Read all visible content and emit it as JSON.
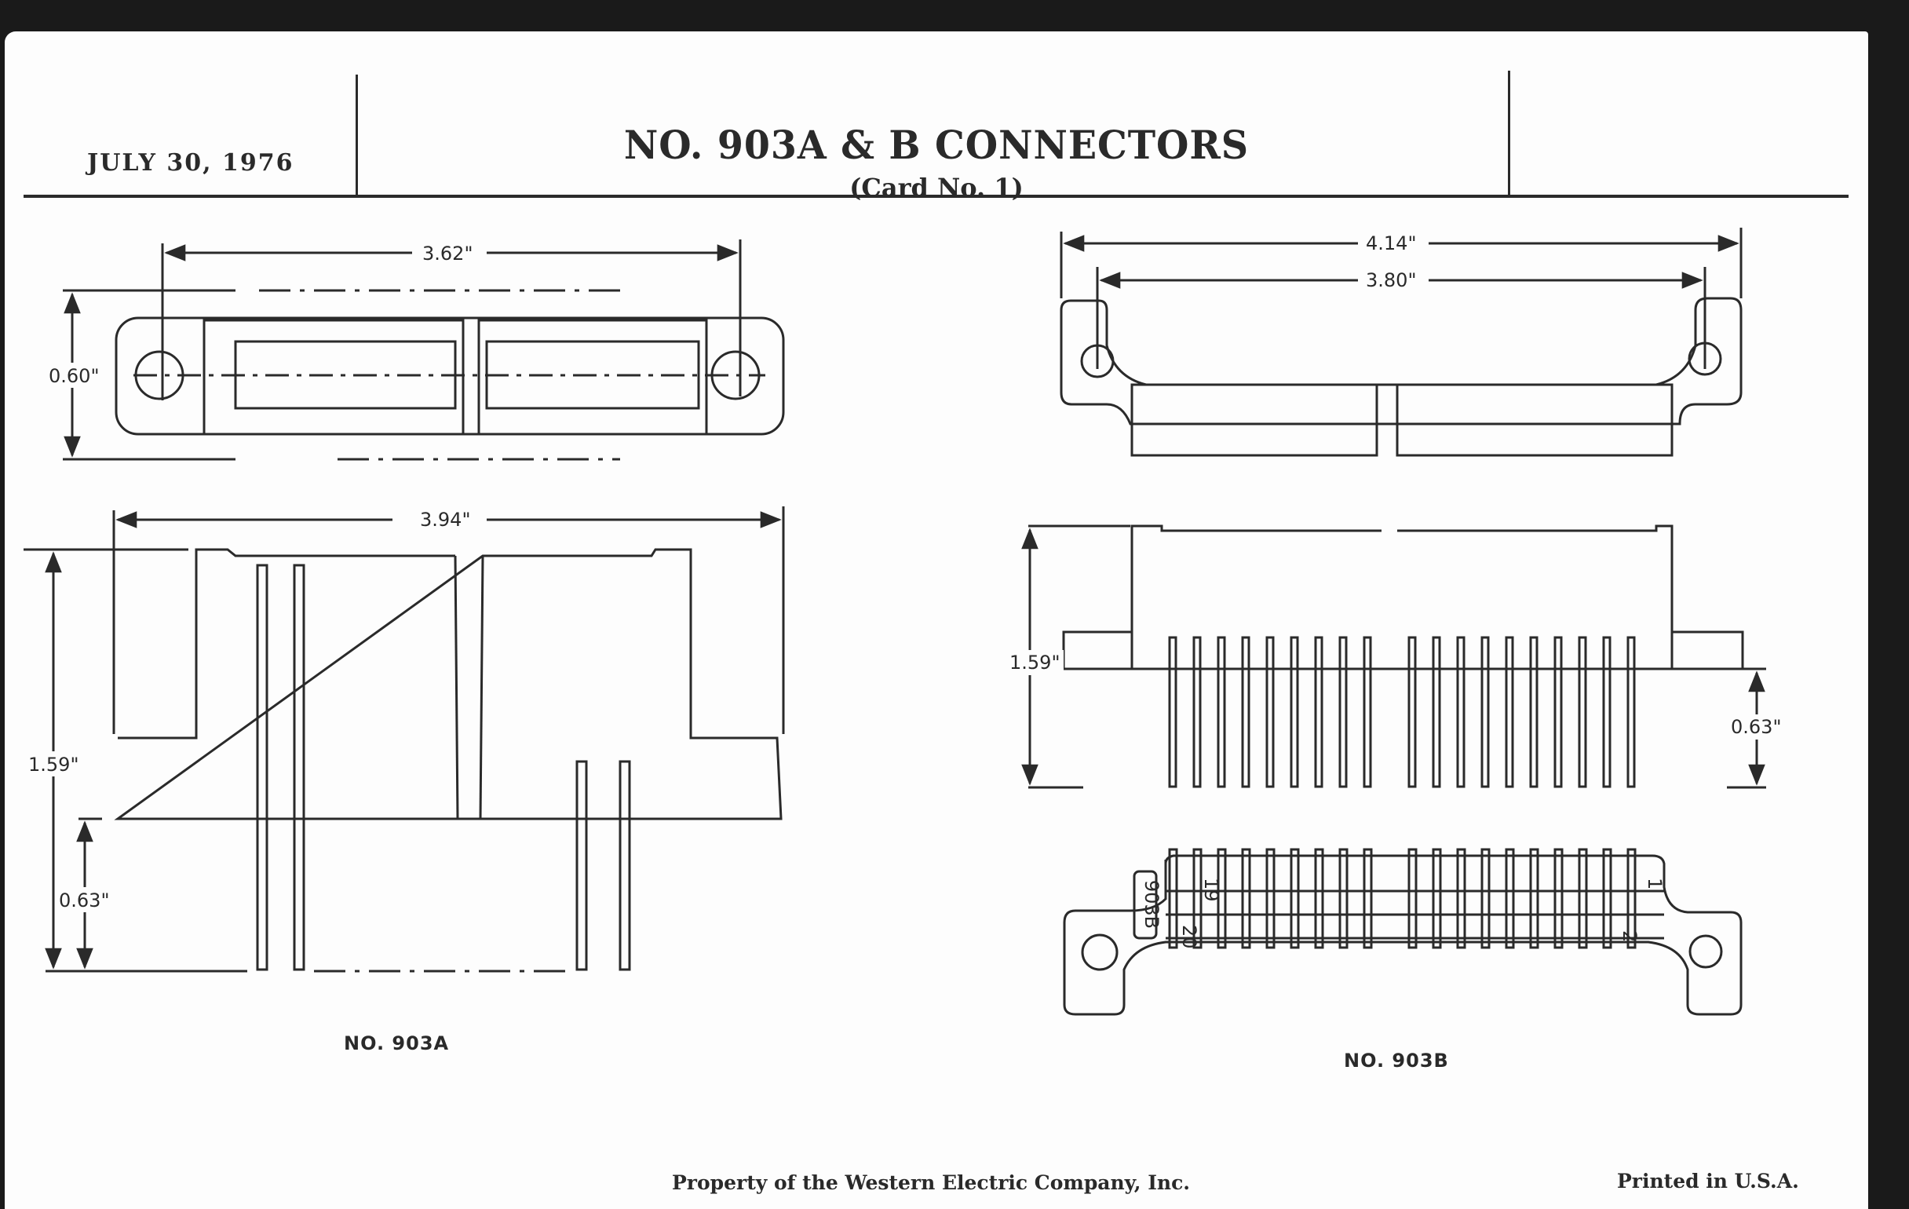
{
  "header": {
    "date": "JULY 30, 1976",
    "title": "NO. 903A & B CONNECTORS",
    "subtitle": "(Card No. 1)"
  },
  "drawings": {
    "connector_a": {
      "caption": "NO. 903A",
      "top_view": {
        "mounting_hole_spacing": "3.62\"",
        "width": "0.60\""
      },
      "side_view": {
        "overall_length": "3.94\"",
        "overall_height": "1.59\"",
        "terminal_length": "0.63\""
      }
    },
    "connector_b": {
      "caption": "NO. 903B",
      "top_view": {
        "overall_length": "4.14\"",
        "mounting_hole_spacing": "3.80\""
      },
      "side_view": {
        "overall_height": "1.59\"",
        "terminal_length": "0.63\""
      },
      "bottom_view": {
        "marking": "903B",
        "pin_labels": [
          "19",
          "20",
          "1",
          "2"
        ]
      }
    }
  },
  "footer": {
    "property_notice": "Property of the Western Electric Company, Inc.",
    "printed": "Printed in U.S.A."
  }
}
